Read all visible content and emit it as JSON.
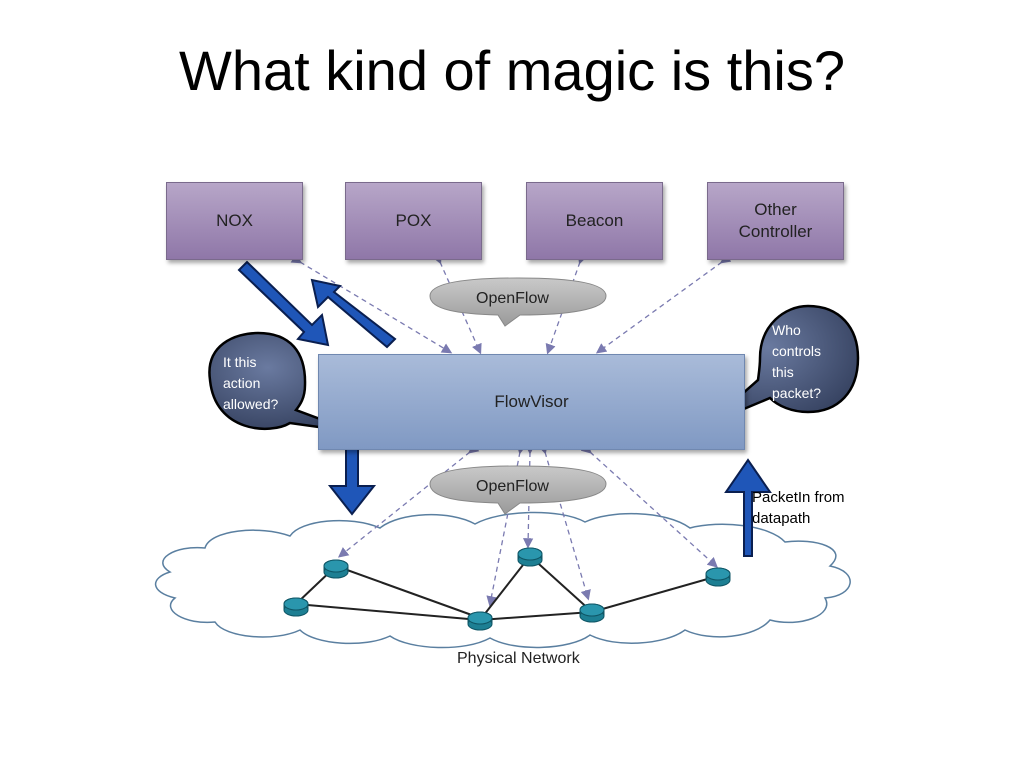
{
  "title": "What kind of magic is this?",
  "controllers": [
    {
      "label": "NOX"
    },
    {
      "label": "POX"
    },
    {
      "label": "Beacon"
    },
    {
      "label": "Other\nController"
    }
  ],
  "protocol_top": "OpenFlow",
  "protocol_bottom": "OpenFlow",
  "flowvisor": "FlowVisor",
  "left_bubble": "It this\naction\nallowed?",
  "right_bubble": "Who\ncontrols\nthis\npacket?",
  "packet_note": "PacketIn from\ndatapath",
  "network_label": "Physical Network",
  "colors": {
    "controller_fill": "#9f8bb6",
    "flowvisor_fill": "#95aad0",
    "bubble_fill": "#4a5a80",
    "arrow_fill": "#1f56b8",
    "router_fill": "#1d7f93"
  }
}
